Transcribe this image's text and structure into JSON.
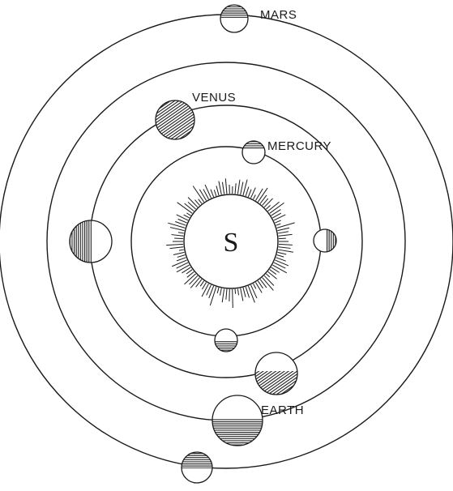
{
  "diagram": {
    "sun_label": "S",
    "planets": [
      {
        "name": "MERCURY"
      },
      {
        "name": "VENUS"
      },
      {
        "name": "EARTH"
      },
      {
        "name": "MARS"
      }
    ]
  },
  "colors": {
    "ink": "#1a1a1a",
    "paper": "#ffffff"
  }
}
